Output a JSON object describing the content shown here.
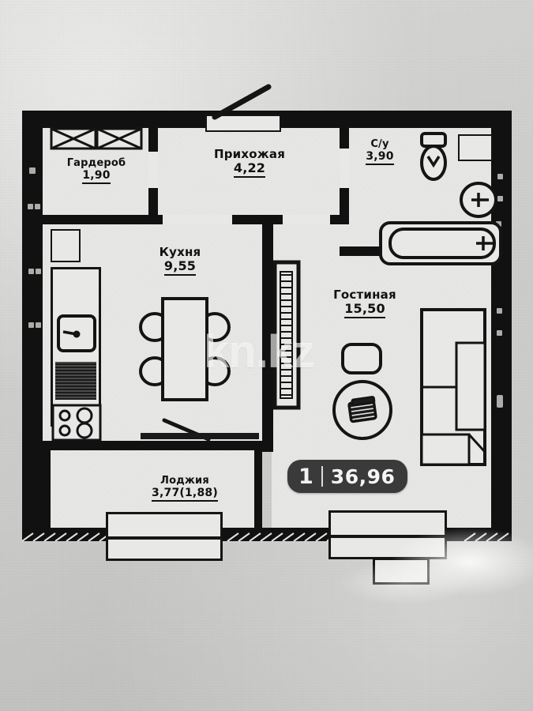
{
  "document": {
    "type": "apartment-floor-plan",
    "watermark": "kn.kz"
  },
  "summary_badge": {
    "rooms": "1",
    "total_area": "36,96"
  },
  "rooms": [
    {
      "key": "wardrobe",
      "name": "Гардероб",
      "area": "1,90"
    },
    {
      "key": "hall",
      "name": "Прихожая",
      "area": "4,22"
    },
    {
      "key": "bathroom",
      "name": "С/у",
      "area": "3,90"
    },
    {
      "key": "kitchen",
      "name": "Кухня",
      "area": "9,55"
    },
    {
      "key": "living",
      "name": "Гостиная",
      "area": "15,50"
    },
    {
      "key": "loggia",
      "name": "Лоджия",
      "area": "3,77(1,88)"
    }
  ],
  "colors": {
    "wall": "#111111",
    "room_fill": "#e8e8e6",
    "badge_bg": "#3a3a3a",
    "badge_text": "#f4f4f4",
    "paper": "#d2d2d0"
  },
  "fixtures": {
    "kitchen": [
      "sink",
      "cooktop",
      "stove-four-burner",
      "counter",
      "dining-table",
      "chair",
      "chair",
      "chair",
      "chair"
    ],
    "bathroom": [
      "toilet",
      "washbasin",
      "bathtub"
    ],
    "living": [
      "tv-stand",
      "round-rug",
      "armchair",
      "sectional-sofa",
      "wardrobe-column"
    ],
    "wardrobe": [
      "closet-rail",
      "closet-rail"
    ],
    "entry": [
      "entrance-door"
    ],
    "loggia": [
      "balcony-railing"
    ]
  }
}
